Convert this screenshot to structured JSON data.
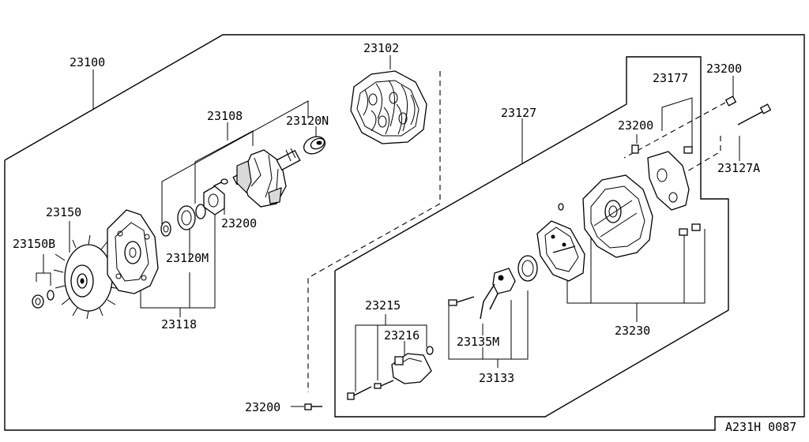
{
  "diagram": {
    "code": "A231H 0087",
    "labels": [
      {
        "id": "23100",
        "text": "23100"
      },
      {
        "id": "23102",
        "text": "23102"
      },
      {
        "id": "23108",
        "text": "23108"
      },
      {
        "id": "23120N",
        "text": "23120N"
      },
      {
        "id": "23127",
        "text": "23127"
      },
      {
        "id": "23177",
        "text": "23177"
      },
      {
        "id": "23200-top",
        "text": "23200"
      },
      {
        "id": "23200-mid",
        "text": "23200"
      },
      {
        "id": "23127A",
        "text": "23127A"
      },
      {
        "id": "23150",
        "text": "23150"
      },
      {
        "id": "23150B",
        "text": "23150B"
      },
      {
        "id": "23200-left",
        "text": "23200"
      },
      {
        "id": "23120M",
        "text": "23120M"
      },
      {
        "id": "23118",
        "text": "23118"
      },
      {
        "id": "23215",
        "text": "23215"
      },
      {
        "id": "23216",
        "text": "23216"
      },
      {
        "id": "23135M",
        "text": "23135M"
      },
      {
        "id": "23133",
        "text": "23133"
      },
      {
        "id": "23230",
        "text": "23230"
      },
      {
        "id": "23200-bottom",
        "text": "23200"
      }
    ],
    "parts": {
      "pulley": "pulley-fan",
      "front_cover": "front-cover",
      "rotor": "rotor",
      "stator": "stator",
      "rear_cover": "rear-cover",
      "regulator": "regulator",
      "brush_holder": "brush-holder",
      "diode_plate": "diode-plate"
    }
  }
}
